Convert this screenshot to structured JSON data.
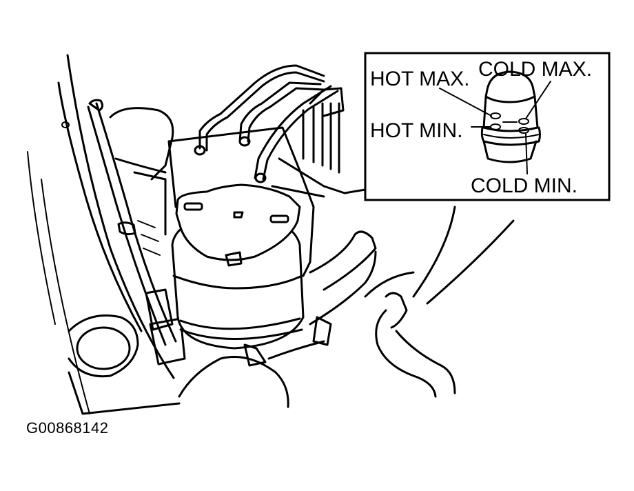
{
  "figure_id": "G00868142",
  "inset_labels": {
    "hot_max": "HOT MAX.",
    "cold_max": "COLD MAX.",
    "hot_min": "HOT MIN.",
    "cold_min": "COLD MIN."
  }
}
